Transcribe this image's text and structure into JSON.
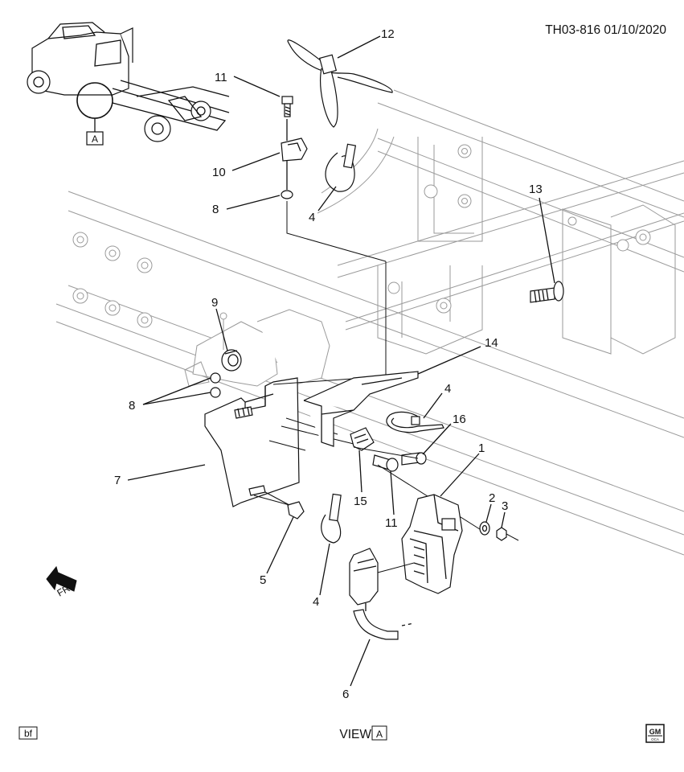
{
  "header": {
    "drawing_id": "TH03-816 01/10/2020"
  },
  "inset": {
    "label": "A"
  },
  "callouts": {
    "c1": "1",
    "c2": "2",
    "c3": "3",
    "c4a": "4",
    "c4b": "4",
    "c4c": "4",
    "c5": "5",
    "c6": "6",
    "c7": "7",
    "c8a": "8",
    "c8b": "8",
    "c9": "9",
    "c10": "10",
    "c11a": "11",
    "c11b": "11",
    "c12": "12",
    "c13": "13",
    "c14": "14",
    "c15": "15",
    "c16": "16"
  },
  "front_arrow": {
    "label": "FRT"
  },
  "footer": {
    "left_box": "bf",
    "view_text": "VIEW",
    "view_box": "A",
    "logo_top": "GM",
    "logo_bottom": "OCA"
  },
  "colors": {
    "ink": "#111111",
    "frame_gray": "#9a9a9a",
    "background": "#ffffff"
  }
}
